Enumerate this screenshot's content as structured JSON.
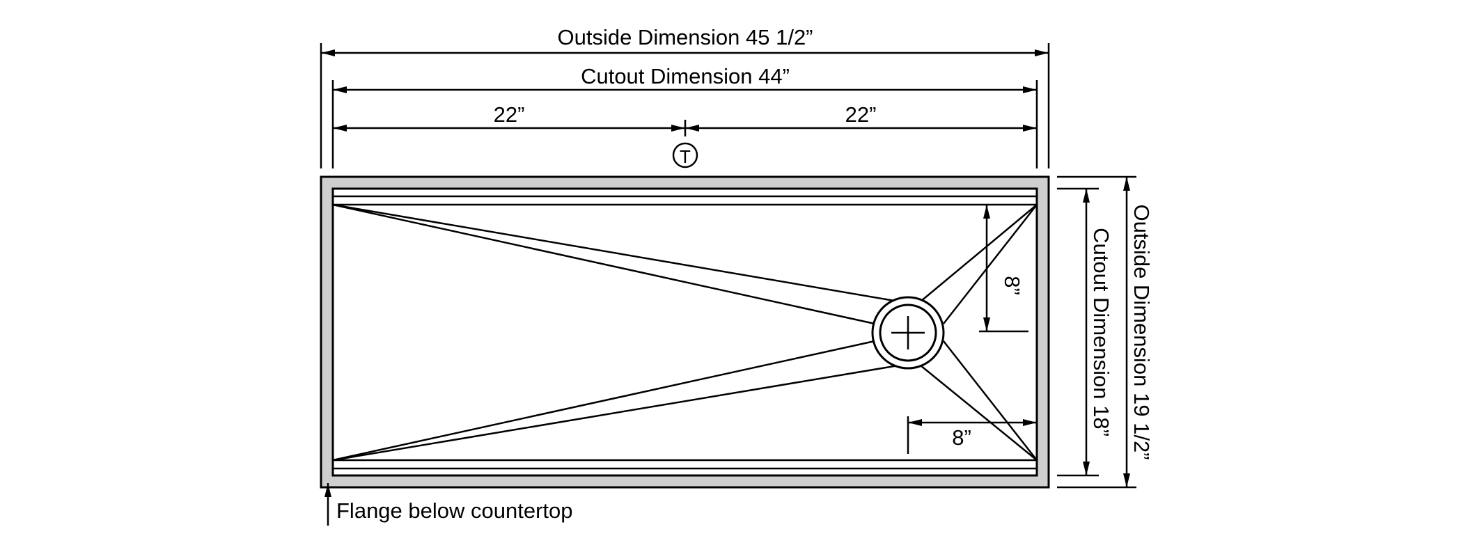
{
  "dimensions": {
    "outside_width": "Outside Dimension 45 1/2”",
    "cutout_width": "Cutout Dimension 44”",
    "left_half": "22”",
    "right_half": "22”",
    "outside_depth": "Outside Dimension 19 1/2”",
    "cutout_depth": "Cutout Dimension 18”",
    "drain_vertical_offset": "8”",
    "drain_horizontal_offset": "8”"
  },
  "faucet_symbol": "T",
  "flange_note": "Flange below countertop",
  "colors": {
    "flange_fill": "#cfcfcf",
    "line": "#000000",
    "background": "#ffffff"
  }
}
